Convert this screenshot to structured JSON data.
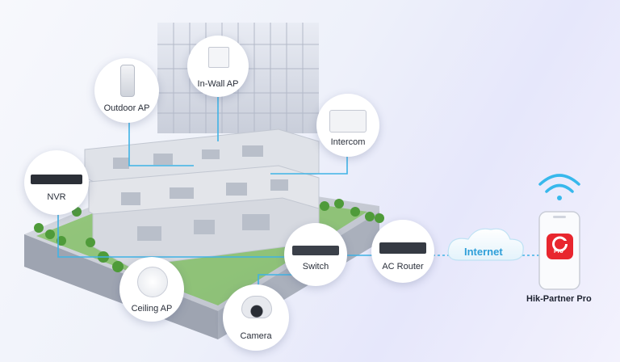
{
  "devices": {
    "outdoor_ap": "Outdoor AP",
    "in_wall_ap": "In-Wall AP",
    "intercom": "Intercom",
    "nvr": "NVR",
    "switch": "Switch",
    "ac_router": "AC Router",
    "ceiling_ap": "Ceiling AP",
    "camera": "Camera"
  },
  "internet_label": "Internet",
  "app": {
    "name": "Hik-Partner Pro",
    "badge": "Pro",
    "icon": "hik-partner-app-icon",
    "brand_color": "#e8262e"
  },
  "colors": {
    "link_line": "#3fb3e6",
    "wifi": "#37b8ec"
  }
}
